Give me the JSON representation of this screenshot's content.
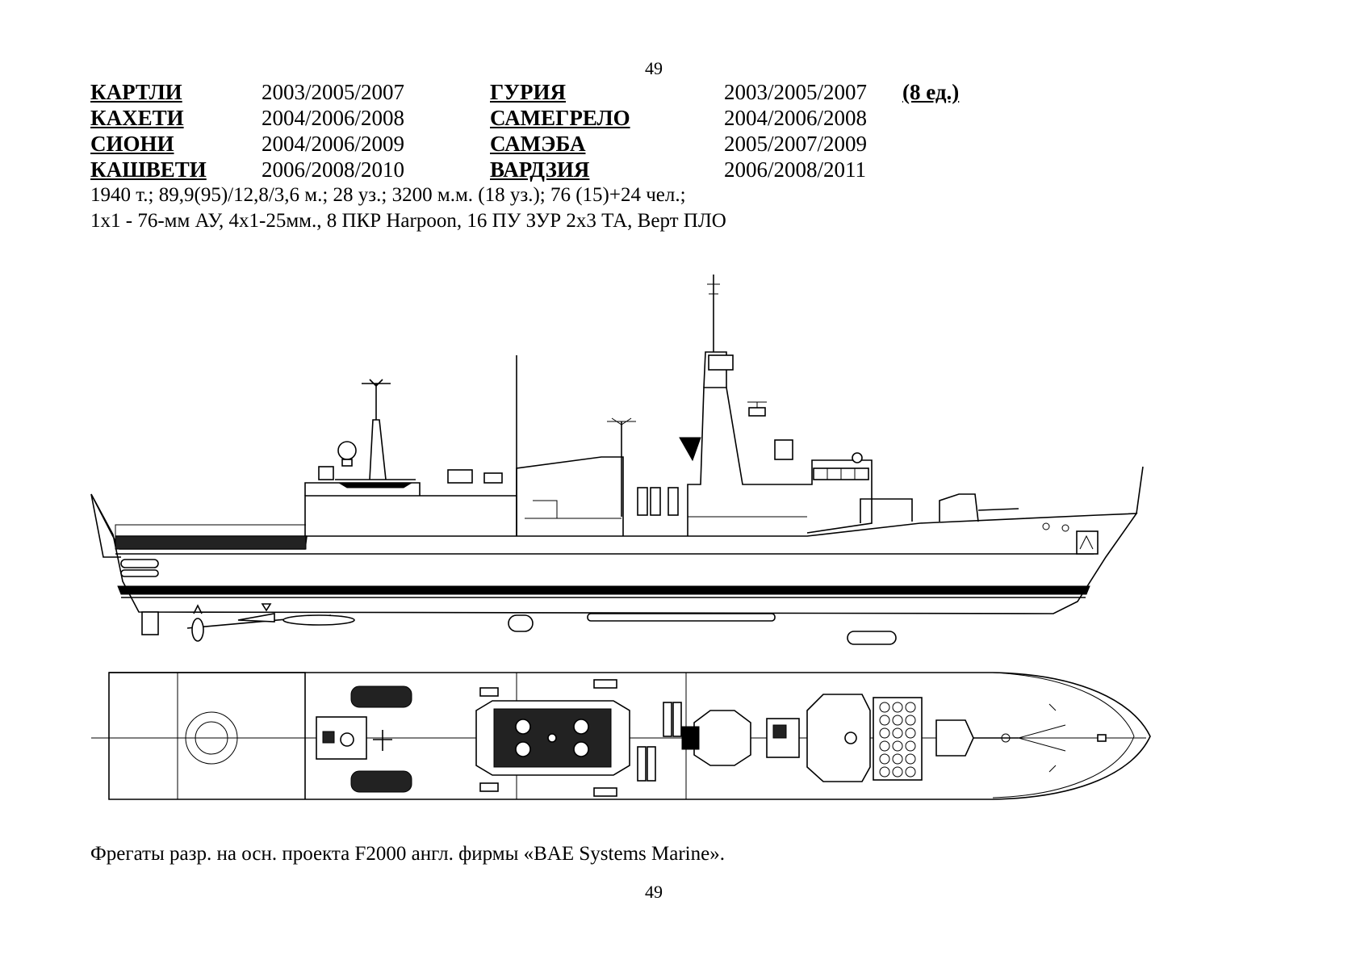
{
  "page_number": "49",
  "ships": [
    {
      "name_a": "КАРТЛИ",
      "years_a": "2003/2005/2007",
      "name_b": "ГУРИЯ",
      "years_b": "2003/2005/2007",
      "note": "(8 ед.)"
    },
    {
      "name_a": "КАХЕТИ",
      "years_a": "2004/2006/2008",
      "name_b": "САМЕГРЕЛО",
      "years_b": "2004/2006/2008",
      "note": ""
    },
    {
      "name_a": "СИОНИ",
      "years_a": "2004/2006/2009",
      "name_b": "САМЭБА",
      "years_b": "2005/2007/2009",
      "note": ""
    },
    {
      "name_a": "КАШВЕТИ",
      "years_a": "2006/2008/2010",
      "name_b": "ВАРДЗИЯ",
      "years_b": "2006/2008/2011",
      "note": ""
    }
  ],
  "specs": {
    "line1": "1940 т.; 89,9(95)/12,8/3,6 м.; 28 уз.; 3200 м.м. (18 уз.); 76 (15)+24 чел.;",
    "line2": "1х1 - 76-мм АУ, 4х1-25мм., 8 ПКР Harpoon, 16 ПУ ЗУР  2х3 ТА, Верт ПЛО"
  },
  "caption": "Фрегаты разр. на осн. проекта F2000 англ. фирмы «BAE Systems Marine»."
}
